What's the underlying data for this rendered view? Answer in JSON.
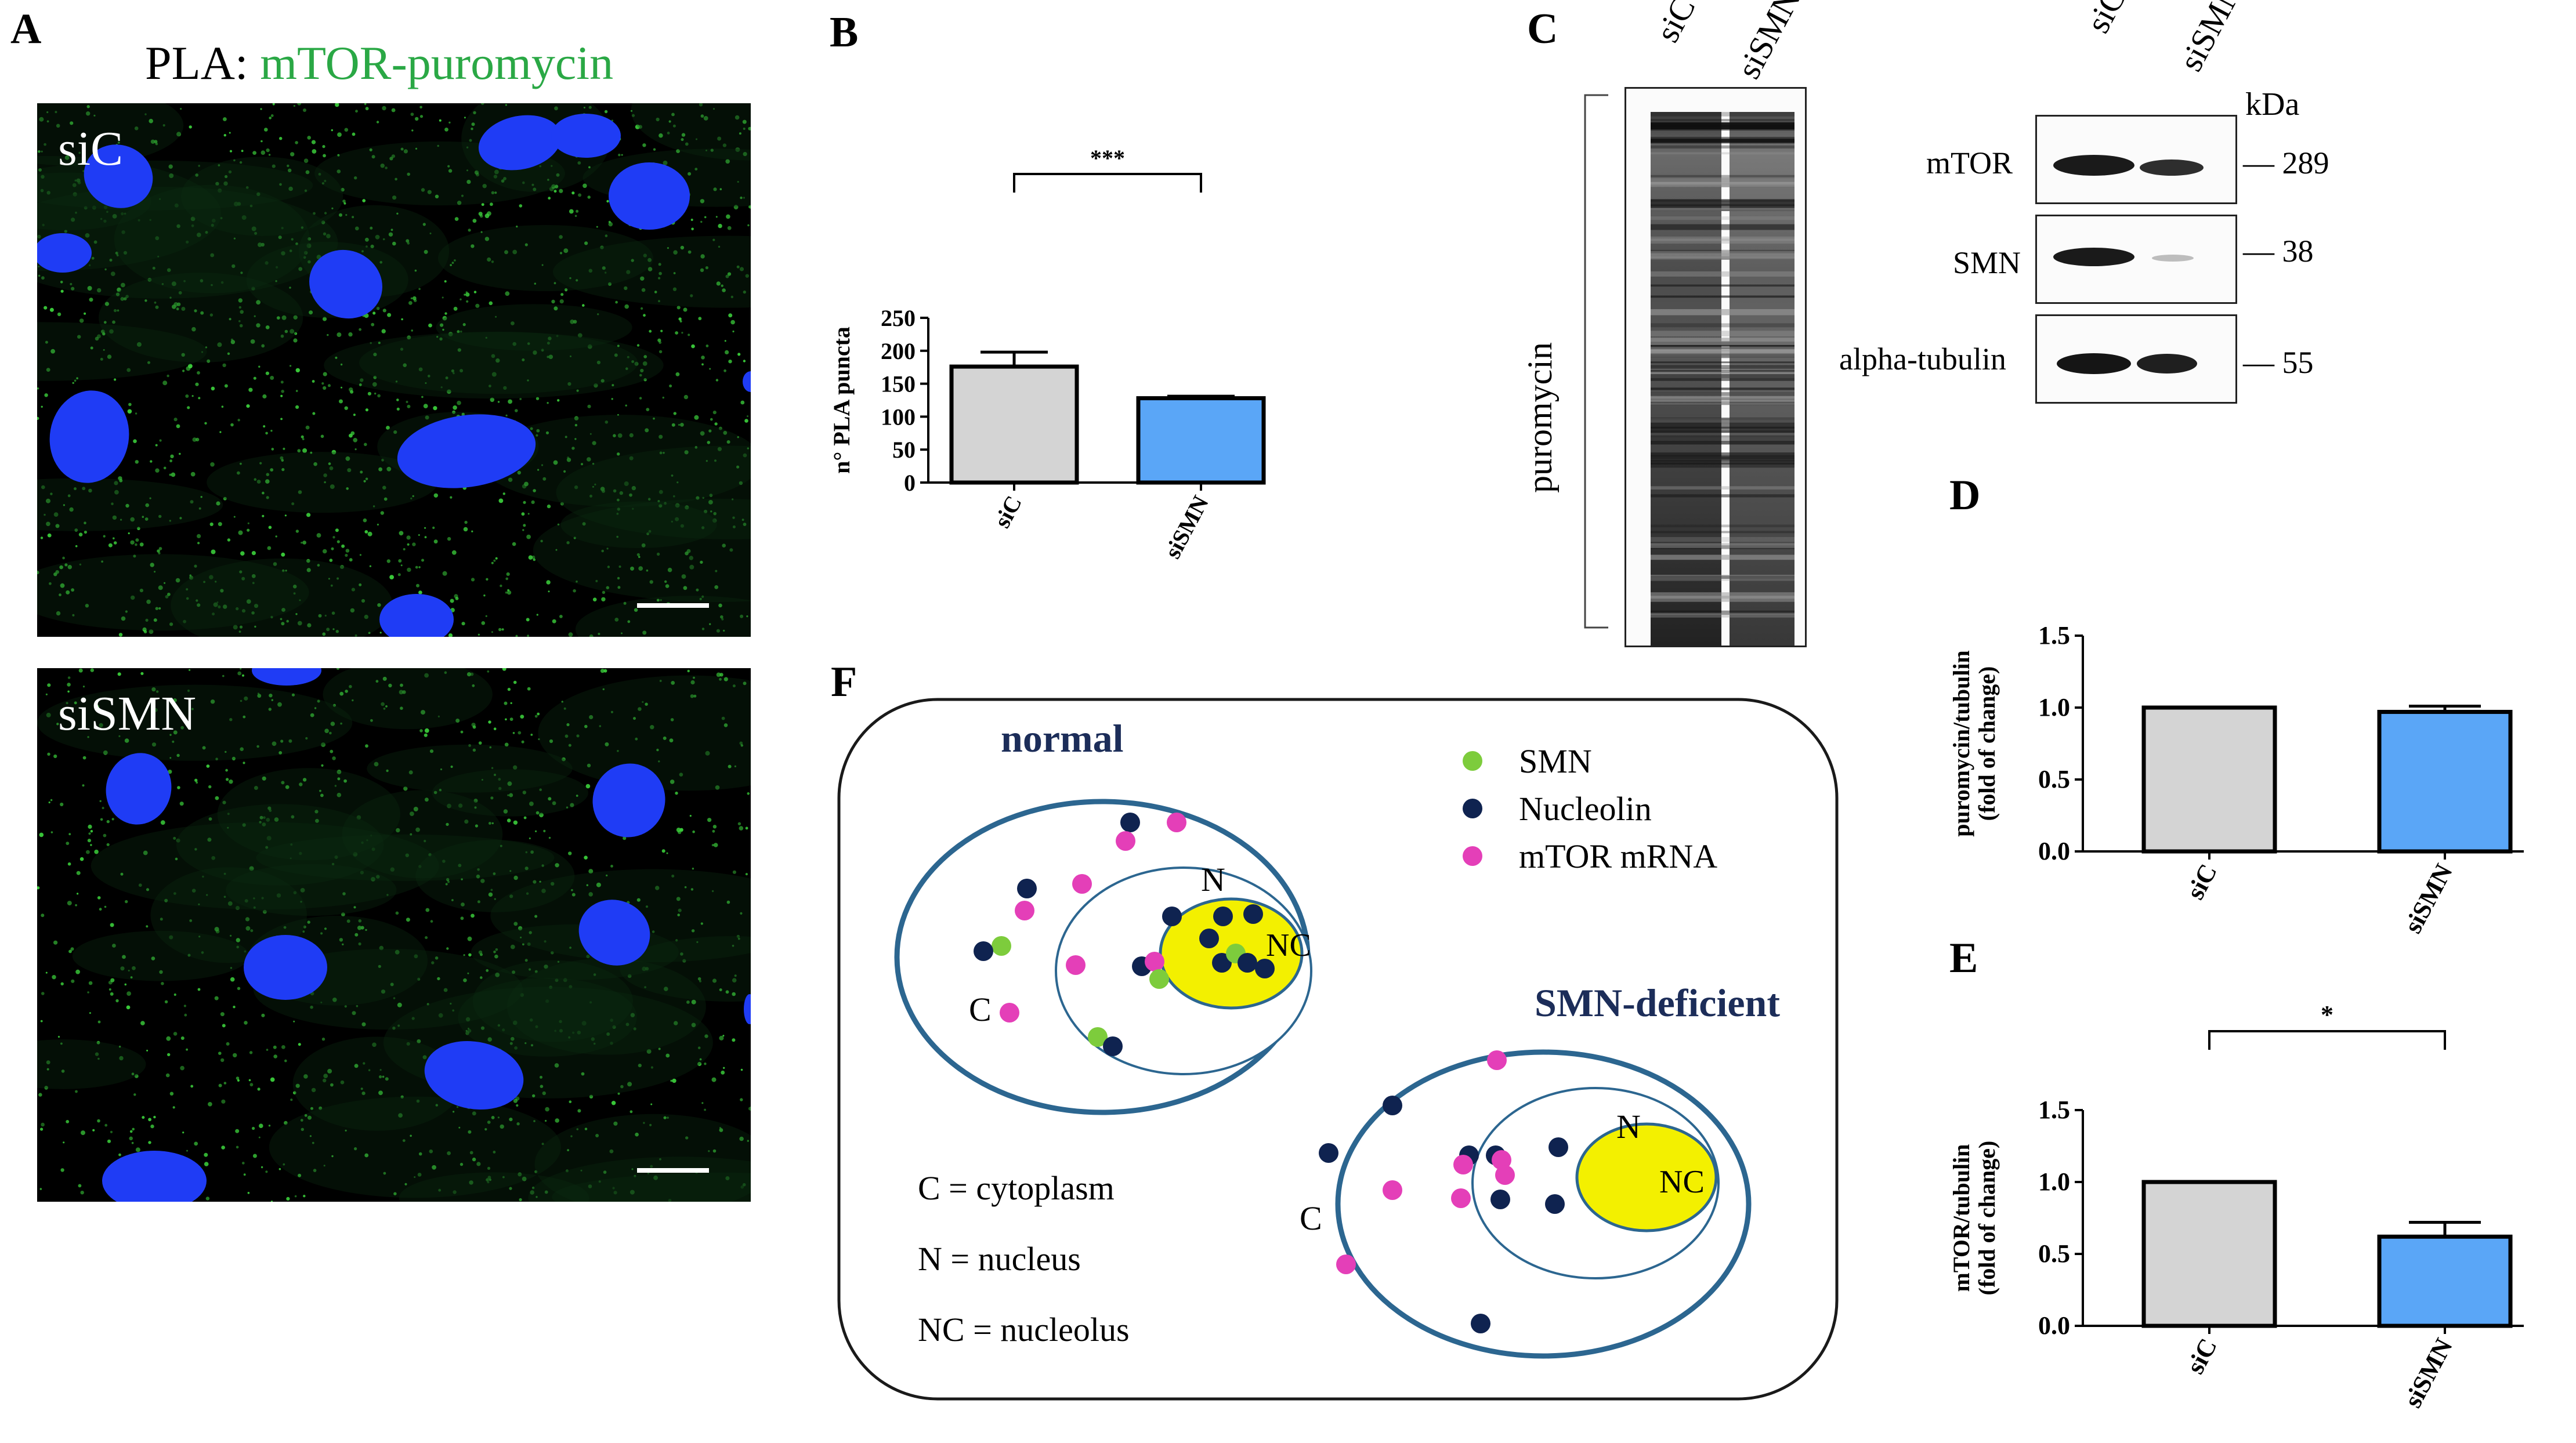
{
  "panels": {
    "A": {
      "letter": "A",
      "title_prefix": "PLA: ",
      "title_highlight": "mTOR-puromycin",
      "images": [
        {
          "label": "siC"
        },
        {
          "label": "siSMN"
        }
      ]
    },
    "B": {
      "letter": "B"
    },
    "C": {
      "letter": "C",
      "lanes": [
        "siC",
        "siSMN"
      ],
      "puromycin_label": "puromycin",
      "kda_label": "kDa",
      "blots": [
        {
          "protein": "mTOR",
          "kda": "289"
        },
        {
          "protein": "SMN",
          "kda": "38"
        },
        {
          "protein": "alpha-tubulin",
          "kda": "55"
        }
      ]
    },
    "D": {
      "letter": "D"
    },
    "E": {
      "letter": "E"
    },
    "F": {
      "letter": "F",
      "normal_title": "normal",
      "deficient_title": "SMN-deficient",
      "legend": [
        {
          "label": "SMN",
          "color": "#7dcc3c"
        },
        {
          "label": "Nucleolin",
          "color": "#0f2350"
        },
        {
          "label": "mTOR mRNA",
          "color": "#e43fb8"
        }
      ],
      "compartments": {
        "cytoplasm": "C",
        "nucleus": "N",
        "nucleolus": "NC"
      },
      "definitions": [
        "C = cytoplasm",
        "N = nucleus",
        "NC = nucleolus"
      ]
    }
  },
  "chart_data": [
    {
      "panel": "B",
      "type": "bar",
      "categories": [
        "siC",
        "siSMN"
      ],
      "values": [
        176,
        128
      ],
      "errors": [
        22,
        3
      ],
      "ylabel": "n° PLA puncta",
      "ylim": [
        0,
        250
      ],
      "yticks": [
        "0",
        "50",
        "100",
        "150",
        "200",
        "250"
      ],
      "significance": "***",
      "colors": [
        "#d4d4d4",
        "#5aa6f7"
      ]
    },
    {
      "panel": "D",
      "type": "bar",
      "categories": [
        "siC",
        "siSMN"
      ],
      "values": [
        1.0,
        0.97
      ],
      "errors": [
        0,
        0.04
      ],
      "ylabel": "puromycin/tubulin",
      "ylabel2": "(fold of change)",
      "ylim": [
        0,
        1.5
      ],
      "yticks": [
        "0.0",
        "0.5",
        "1.0",
        "1.5"
      ],
      "significance": "",
      "colors": [
        "#d4d4d4",
        "#5aa6f7"
      ]
    },
    {
      "panel": "E",
      "type": "bar",
      "categories": [
        "siC",
        "siSMN"
      ],
      "values": [
        1.0,
        0.62
      ],
      "errors": [
        0,
        0.1
      ],
      "ylabel": "mTOR/tubulin",
      "ylabel2": "(fold of change)",
      "ylim": [
        0,
        1.5
      ],
      "yticks": [
        "0.0",
        "0.5",
        "1.0",
        "1.5"
      ],
      "significance": "*",
      "colors": [
        "#d4d4d4",
        "#5aa6f7"
      ]
    }
  ]
}
